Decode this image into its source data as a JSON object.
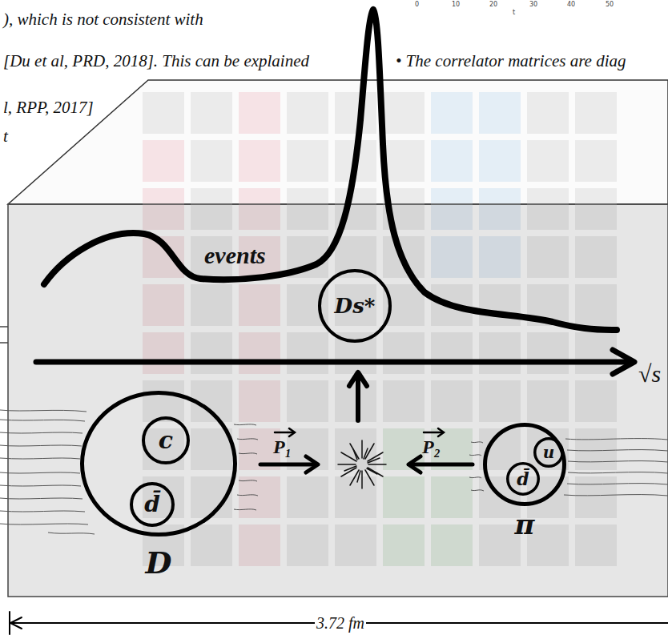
{
  "diagram": {
    "nodes": [
      {
        "text": [
          "Ds*"
        ]
      },
      {
        "text": [
          "D"
        ]
      },
      {
        "text": [
          "c"
        ],
        "in": 1
      },
      {
        "text": [
          "d̄"
        ],
        "in": 1
      },
      {
        "text": [
          "π"
        ]
      },
      {
        "text": [
          "u"
        ],
        "in": 4
      },
      {
        "text": [
          "d̄"
        ],
        "in": 4
      }
    ],
    "labels": [
      "), which is not consistent with",
      "[Du et al, PRD, 2018]. This can be explained",
      "• The correlator matrices are diag",
      "l, RPP, 2017]",
      "t",
      "0",
      "10",
      "20",
      "t",
      "30",
      "40",
      "50",
      "events",
      "√s",
      "P₁",
      "P₂",
      "3.72 fm"
    ]
  }
}
